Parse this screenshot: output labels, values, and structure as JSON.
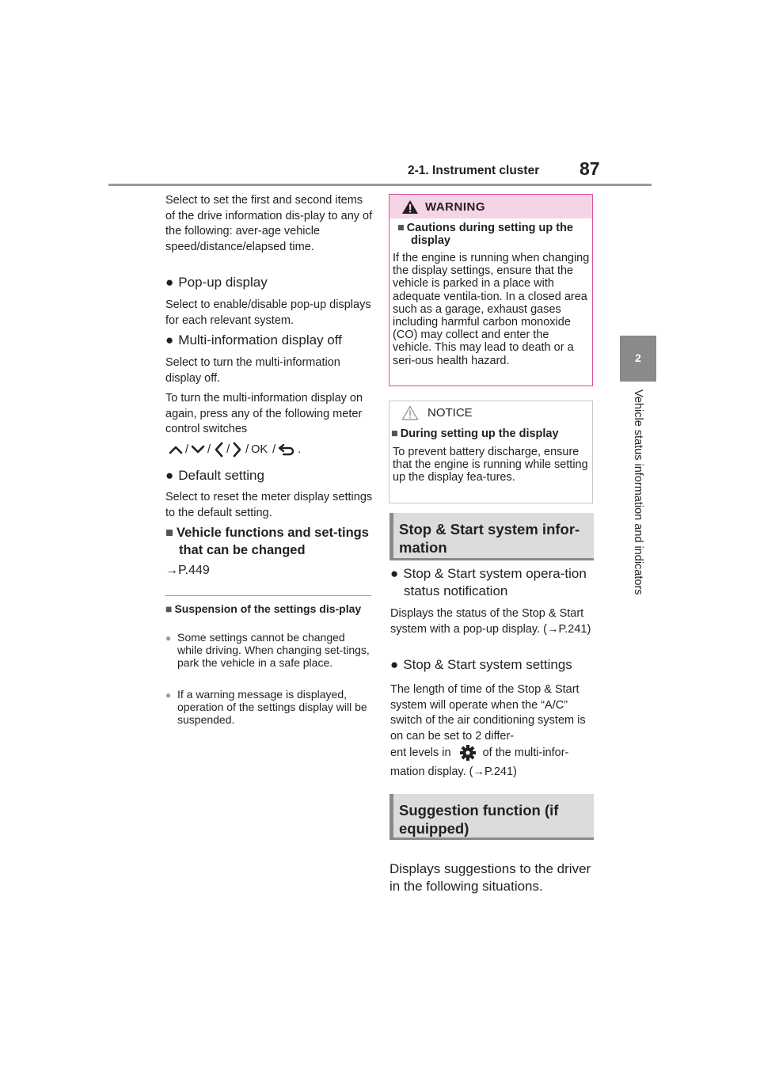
{
  "header": {
    "section": "2-1. Instrument cluster",
    "page_number": "87"
  },
  "side_tab": {
    "chapter_number": "2",
    "chapter_title": "Vehicle status information and indicators"
  },
  "left": {
    "intro": "Select to set the first and second items of the drive information dis-play to any of the following: aver-age vehicle speed/distance/elapsed time.",
    "popup_heading": "Pop-up display",
    "popup_desc": "Select to enable/disable pop-up displays for each relevant system.",
    "multi_heading": "Multi-information display off",
    "multi_desc": "Select to turn the multi-information display off.",
    "multi_desc2": "To turn the multi-information display on again, press any of the following meter control switches",
    "switches": {
      "sep": "/",
      "ok": "OK",
      "end": "."
    },
    "default_heading": "Default setting",
    "default_desc": "Select to reset the meter display settings to the default setting.",
    "vfunc_heading": "Vehicle functions and set-tings that can be changed",
    "vfunc_ref": "→P.449",
    "note_title": "Suspension of the settings dis-play",
    "note_items": [
      "Some settings cannot be changed while driving. When changing set-tings, park the vehicle in a safe place.",
      "If a warning message is displayed, operation of the settings display will be suspended."
    ]
  },
  "warning": {
    "label": "WARNING",
    "title": "Cautions during setting up the display",
    "body": "If the engine is running when changing the display settings, ensure that the vehicle is parked in a place with adequate ventila-tion. In a closed area such as a garage, exhaust gases including harmful carbon monoxide (CO) may collect and enter the vehicle. This may lead to death or a seri-ous health hazard."
  },
  "notice": {
    "label": "NOTICE",
    "title": "During setting up the display",
    "body": "To prevent battery discharge, ensure that the engine is running while setting up the display fea-tures."
  },
  "stop_start": {
    "heading": "Stop & Start system infor-mation",
    "status_heading": "Stop & Start system opera-tion status notification",
    "status_desc": "Displays the status of the Stop & Start system with a pop-up display. (→P.241)",
    "settings_heading": "Stop & Start system settings",
    "settings_desc": "The length of time of the Stop & Start system will operate when the “A/C” switch of the air conditioning system is on can be set to 2 differ-",
    "settings_desc_pre_icon": "ent levels in",
    "settings_desc_post_icon": "of the multi-infor-",
    "settings_desc_end": "mation display. (→P.241)"
  },
  "suggestion": {
    "heading": "Suggestion function (if equipped)",
    "desc": "Displays suggestions to the driver in the following situations."
  },
  "icons": {
    "bullet": "●",
    "square": "■",
    "circle": "●",
    "warning": "warning-triangle-icon",
    "notice": "notice-triangle-icon",
    "gear": "gear-icon"
  }
}
